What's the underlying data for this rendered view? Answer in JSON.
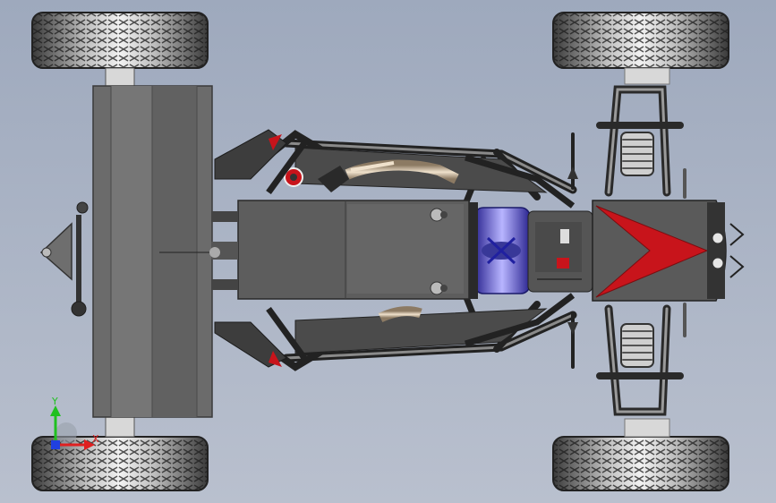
{
  "viewport": {
    "background_top": "#9ea9bd",
    "background_bottom": "#b9c0ce"
  },
  "model": {
    "wheels": [
      "front-left-wheel",
      "front-right-wheel",
      "rear-left-wheel",
      "rear-right-wheel"
    ],
    "colors": {
      "tire_dark": "#2d2d2d",
      "tire_light": "#d9d9d9",
      "body_grey": "#5d5d5d",
      "body_dark": "#4a4a4a",
      "wing_grey": "#696969",
      "nose_red": "#c8141b",
      "seat_blue": "#5b55d8",
      "exhaust_tan": "#cdb79a",
      "frame_black": "#2a2a2a"
    }
  },
  "triad": {
    "x_label": "X",
    "y_label": "Y",
    "x_color": "#e02020",
    "y_color": "#20c020",
    "z_color": "#2040e0"
  }
}
